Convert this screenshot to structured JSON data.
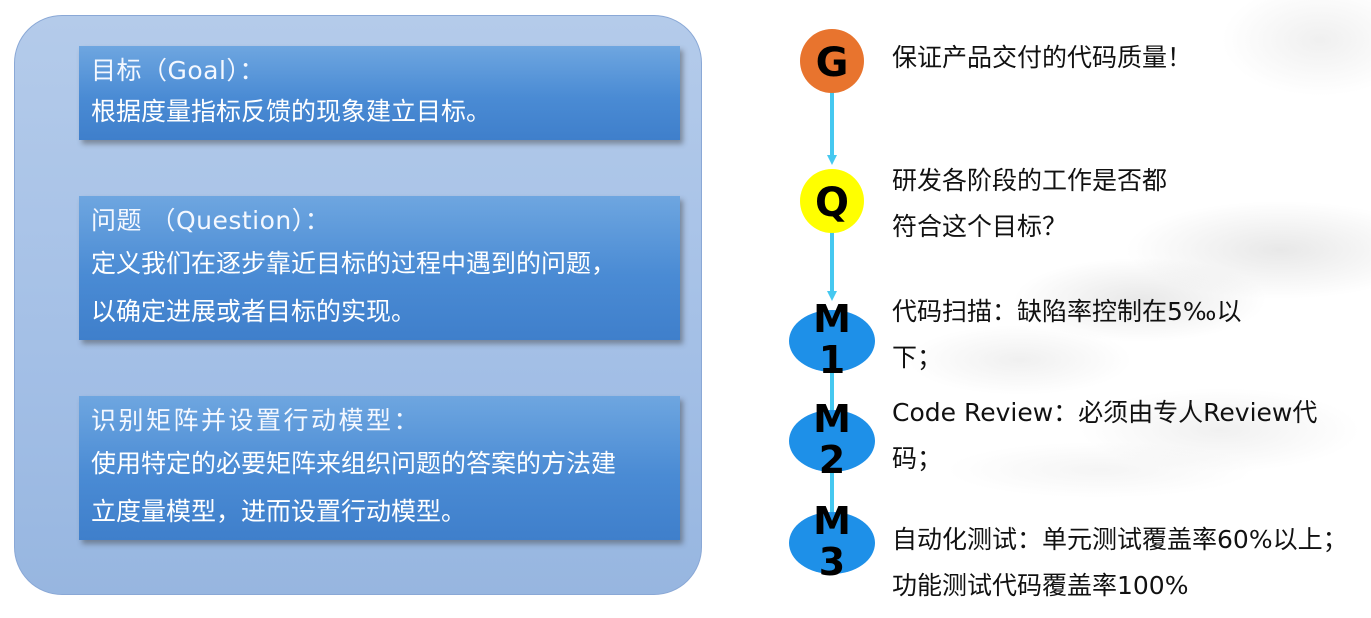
{
  "left": {
    "goal": {
      "heading": "目标（Goal）：",
      "lines": [
        "根据度量指标反馈的现象建立目标。"
      ]
    },
    "question": {
      "heading": "问题 （Question）：",
      "lines": [
        "定义我们在逐步靠近目标的过程中遇到的问题，",
        "以确定进展或者目标的实现。"
      ]
    },
    "matrix": {
      "heading": "识别矩阵并设置行动模型：",
      "lines": [
        "使用特定的必要矩阵来组织问题的答案的方法建",
        "立度量模型，进而设置行动模型。"
      ]
    }
  },
  "nodes": {
    "g": {
      "label": "G",
      "color": "#e8742e"
    },
    "q": {
      "label": "Q",
      "color": "#ffff00"
    },
    "m1": {
      "label_line1": "M",
      "label_line2": "1",
      "color": "#1e90e8"
    },
    "m2": {
      "label_line1": "M",
      "label_line2": "2",
      "color": "#1e90e8"
    },
    "m3": {
      "label_line1": "M",
      "label_line2": "3",
      "color": "#1e90e8"
    }
  },
  "arrow_color": "#45c8f0",
  "right": {
    "goal": [
      "保证产品交付的代码质量！"
    ],
    "question": [
      "研发各阶段的工作是否都",
      "符合这个目标？"
    ],
    "m1": [
      "代码扫描：缺陷率控制在5‰以",
      "下；"
    ],
    "m2": [
      "Code Review：必须由专人Review代",
      "码；"
    ],
    "m3": [
      "自动化测试：单元测试覆盖率60%以上；",
      "功能测试代码覆盖率100%"
    ]
  },
  "colors": {
    "panel": "#a3bfe6",
    "card": "#4a8bd4",
    "card_text": "#ffffff"
  }
}
